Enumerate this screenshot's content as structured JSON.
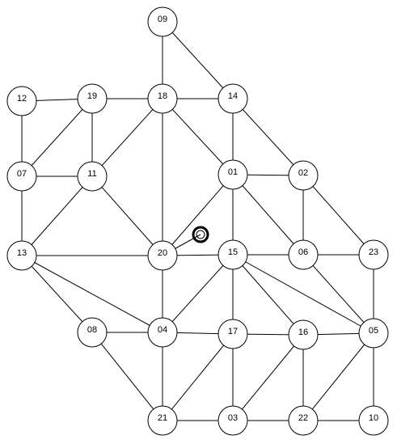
{
  "colors": {
    "line": "#000000",
    "node_fill": "#ffffff",
    "marker": "#000000"
  },
  "nodes": [
    {
      "id": "09",
      "label": "09"
    },
    {
      "id": "12",
      "label": "12"
    },
    {
      "id": "19",
      "label": "19"
    },
    {
      "id": "18",
      "label": "18"
    },
    {
      "id": "14",
      "label": "14"
    },
    {
      "id": "07",
      "label": "07"
    },
    {
      "id": "11",
      "label": "11"
    },
    {
      "id": "01",
      "label": "01"
    },
    {
      "id": "02",
      "label": "02"
    },
    {
      "id": "13",
      "label": "13"
    },
    {
      "id": "20",
      "label": "20"
    },
    {
      "id": "15",
      "label": "15"
    },
    {
      "id": "06",
      "label": "06"
    },
    {
      "id": "23",
      "label": "23"
    },
    {
      "id": "08",
      "label": "08"
    },
    {
      "id": "04",
      "label": "04"
    },
    {
      "id": "17",
      "label": "17"
    },
    {
      "id": "16",
      "label": "16"
    },
    {
      "id": "05",
      "label": "05"
    },
    {
      "id": "21",
      "label": "21"
    },
    {
      "id": "03",
      "label": "03"
    },
    {
      "id": "22",
      "label": "22"
    },
    {
      "id": "10",
      "label": "10"
    }
  ],
  "edges": [
    [
      "09",
      "18"
    ],
    [
      "09",
      "14"
    ],
    [
      "12",
      "19"
    ],
    [
      "12",
      "07"
    ],
    [
      "19",
      "18"
    ],
    [
      "19",
      "07"
    ],
    [
      "19",
      "11"
    ],
    [
      "18",
      "14"
    ],
    [
      "18",
      "11"
    ],
    [
      "18",
      "20"
    ],
    [
      "18",
      "01"
    ],
    [
      "14",
      "01"
    ],
    [
      "14",
      "02"
    ],
    [
      "07",
      "11"
    ],
    [
      "07",
      "13"
    ],
    [
      "11",
      "13"
    ],
    [
      "11",
      "20"
    ],
    [
      "01",
      "02"
    ],
    [
      "01",
      "20"
    ],
    [
      "01",
      "15"
    ],
    [
      "01",
      "06"
    ],
    [
      "02",
      "06"
    ],
    [
      "02",
      "23"
    ],
    [
      "13",
      "20"
    ],
    [
      "13",
      "04"
    ],
    [
      "13",
      "08"
    ],
    [
      "20",
      "15"
    ],
    [
      "20",
      "04"
    ],
    [
      "15",
      "06"
    ],
    [
      "15",
      "04"
    ],
    [
      "15",
      "17"
    ],
    [
      "15",
      "16"
    ],
    [
      "15",
      "05"
    ],
    [
      "06",
      "23"
    ],
    [
      "06",
      "05"
    ],
    [
      "23",
      "05"
    ],
    [
      "08",
      "04"
    ],
    [
      "08",
      "21"
    ],
    [
      "04",
      "17"
    ],
    [
      "04",
      "21"
    ],
    [
      "17",
      "16"
    ],
    [
      "17",
      "21"
    ],
    [
      "17",
      "03"
    ],
    [
      "16",
      "05"
    ],
    [
      "16",
      "03"
    ],
    [
      "16",
      "22"
    ],
    [
      "05",
      "22"
    ],
    [
      "05",
      "10"
    ],
    [
      "21",
      "03"
    ],
    [
      "03",
      "22"
    ],
    [
      "22",
      "10"
    ]
  ],
  "marker": {
    "attached_to": "20",
    "icon": "double-ring-marker-icon"
  }
}
